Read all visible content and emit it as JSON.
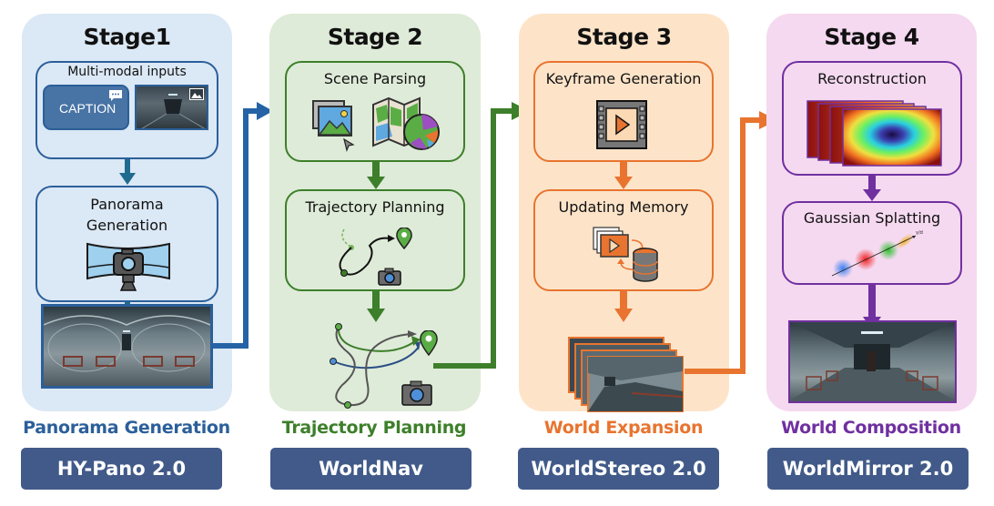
{
  "stages": [
    {
      "title": "Stage1",
      "color": "#2b5f9a",
      "background": "#dbe8f5",
      "boxes": [
        {
          "label": "Multi-modal inputs",
          "caption_tag": "CAPTION",
          "icons": [
            "chat-bubble-icon",
            "image-icon"
          ]
        },
        {
          "label_line1": "Panorama",
          "label_line2": "Generation",
          "icons": [
            "camera-panorama-icon"
          ]
        }
      ],
      "output": "panorama-image",
      "footer_label": "Panorama Generation",
      "model_name": "HY-Pano 2.0"
    },
    {
      "title": "Stage 2",
      "color": "#3d7f2a",
      "background": "#deebd8",
      "boxes": [
        {
          "label": "Scene Parsing",
          "icons": [
            "image-gallery-icon",
            "cursor-icon",
            "map-icon",
            "segmentation-globe-icon"
          ]
        },
        {
          "label": "Trajectory Planning",
          "icons": [
            "trajectory-path-icon",
            "location-pin-icon",
            "camera-icon"
          ]
        }
      ],
      "output": "multi-trajectory",
      "footer_label": "Trajectory Planning",
      "model_name": "WorldNav"
    },
    {
      "title": "Stage 3",
      "color": "#e8742f",
      "background": "#fde4c9",
      "boxes": [
        {
          "label": "Keyframe Generation",
          "icons": [
            "film-play-icon"
          ]
        },
        {
          "label": "Updating Memory",
          "icons": [
            "film-stack-icon",
            "database-icon",
            "cycle-arrows-icon"
          ]
        }
      ],
      "output": "keyframe-stack",
      "footer_label": "World Expansion",
      "model_name": "WorldStereo 2.0"
    },
    {
      "title": "Stage 4",
      "color": "#7030a0",
      "background": "#f5d9f0",
      "boxes": [
        {
          "label": "Reconstruction",
          "icons": [
            "depth-map-stack-icon"
          ]
        },
        {
          "label": "Gaussian Splatting",
          "icons": [
            "gaussian-splats-icon"
          ],
          "axis_tag": "γ/d"
        }
      ],
      "output": "composed-world-image",
      "footer_label": "World Composition",
      "model_name": "WorldMirror 2.0"
    }
  ],
  "colors": {
    "model_button": "#415a89",
    "model_text": "#ffffff"
  }
}
